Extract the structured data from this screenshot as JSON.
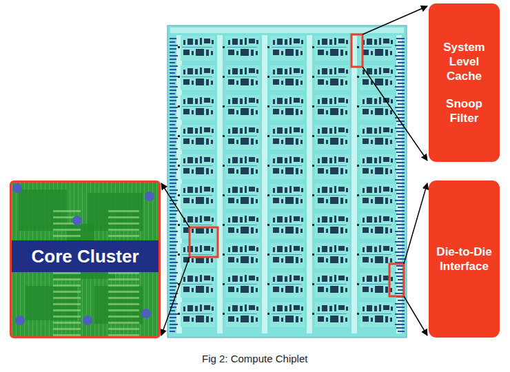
{
  "diagram": {
    "caption": "Fig 2: Compute Chiplet",
    "nodes": [
      {
        "text": [
          "Core Cluster"
        ]
      },
      {
        "text": [
          "System Level Cache",
          "Snoop Filter"
        ]
      },
      {
        "text": [
          "Die-to-Die Interface"
        ]
      }
    ]
  }
}
